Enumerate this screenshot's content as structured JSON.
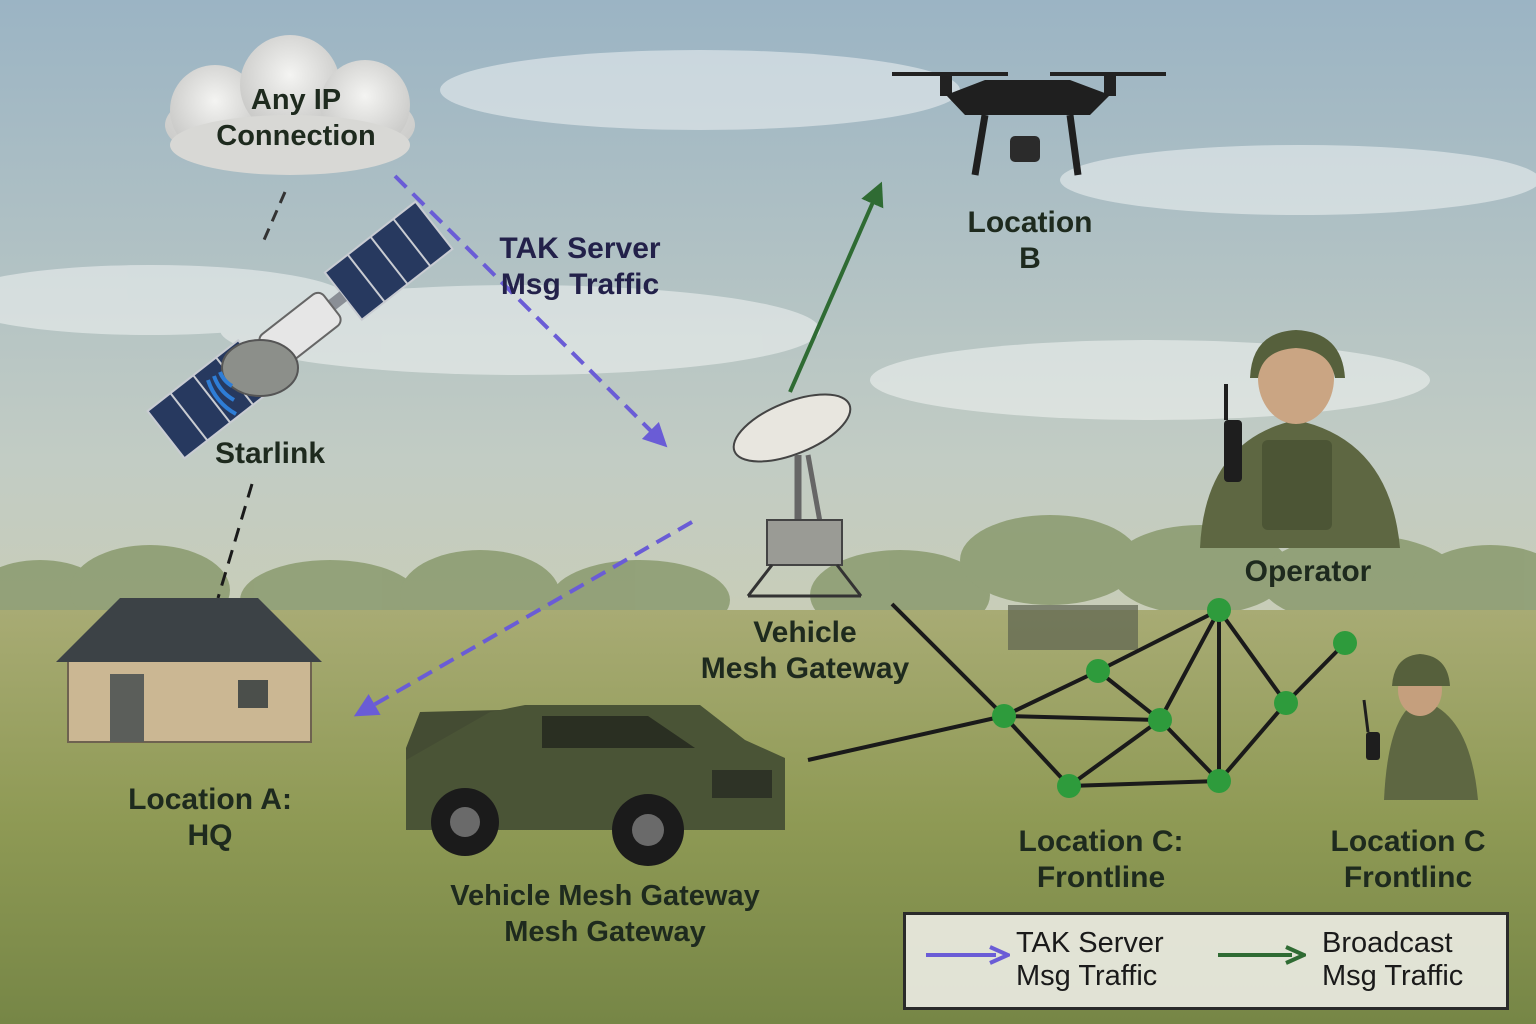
{
  "labels": {
    "cloud": [
      "Any IP",
      "Connection"
    ],
    "starlink": "Starlink",
    "tak_traffic": [
      "TAK Server",
      "Msg Traffic"
    ],
    "location_b": [
      "Location",
      "B"
    ],
    "operator": "Operator",
    "gateway": [
      "Vehicle",
      "Mesh Gateway"
    ],
    "hq": [
      "Location A:",
      "HQ"
    ],
    "vehicle": [
      "Vehicle Mesh Gateway",
      "Mesh Gateway"
    ],
    "frontline_1": [
      "Location C:",
      "Frontline"
    ],
    "frontline_2": [
      "Location C",
      "Frontlinc"
    ]
  },
  "legend": {
    "tak": [
      "TAK Server",
      "Msg Traffic"
    ],
    "broadcast": [
      "Broadcast",
      "Msg Traffic"
    ]
  },
  "colors": {
    "tak_traffic": "#6a5cd6",
    "broadcast": "#2f6b33",
    "mesh_node": "#2e9b3c",
    "mesh_link": "#1a1a1a"
  },
  "icons": [
    "cloud-icon",
    "satellite-icon",
    "drone-icon",
    "dish-icon",
    "house-icon",
    "truck-icon",
    "soldier-icon"
  ]
}
